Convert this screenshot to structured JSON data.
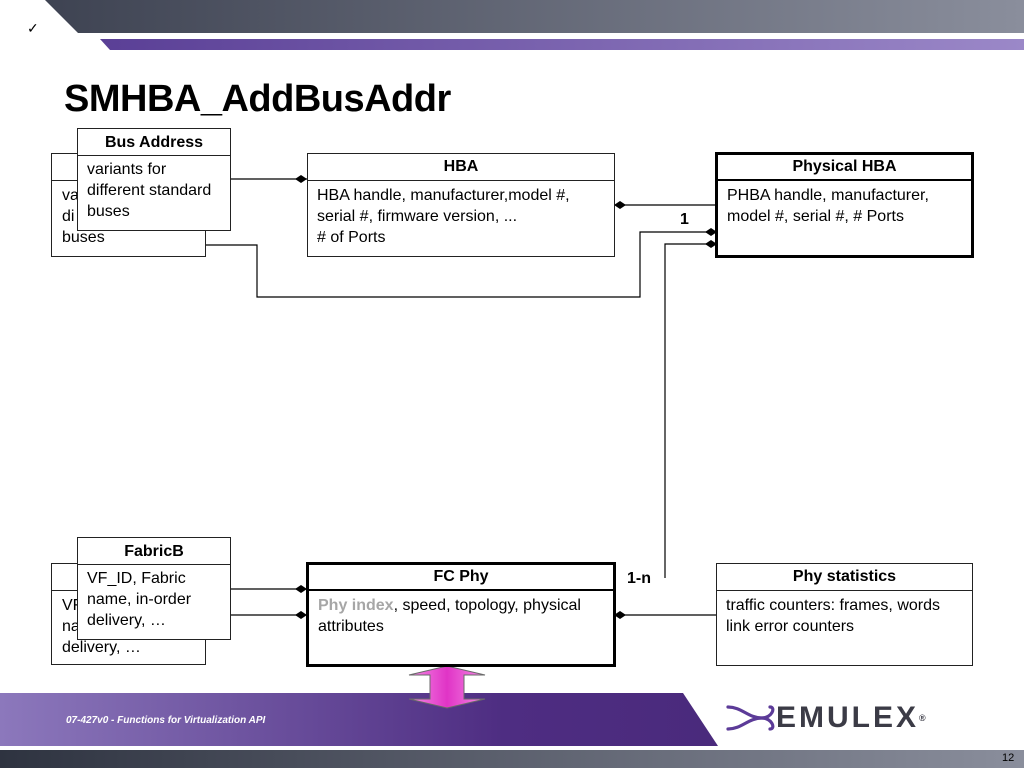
{
  "header": {
    "check_mark": "✓"
  },
  "slide": {
    "title": "SMHBA_AddBusAddr"
  },
  "diagram": {
    "bus_address_back": {
      "body_lines": [
        "va",
        "di",
        "buses"
      ]
    },
    "bus_address": {
      "title": "Bus Address",
      "body_lines": [
        "variants for",
        "different standard",
        "buses"
      ]
    },
    "hba": {
      "title": "HBA",
      "body_lines": [
        "HBA handle, manufacturer,model #,",
        "serial #, firmware version, ...",
        "# of Ports"
      ]
    },
    "physical_hba": {
      "title": "Physical HBA",
      "body_lines": [
        "PHBA handle, manufacturer,",
        "model #, serial #, # Ports"
      ]
    },
    "fabricb_back": {
      "body_lines": [
        "VF",
        "na",
        "delivery, …"
      ]
    },
    "fabricb": {
      "title": "FabricB",
      "body_lines": [
        "VF_ID, Fabric",
        "name, in-order",
        "delivery, …"
      ]
    },
    "fc_phy": {
      "title": "FC Phy",
      "body_highlight": "Phy index",
      "body_rest": ", speed, topology, physical",
      "body_line2": "attributes"
    },
    "phy_statistics": {
      "title": "Phy statistics",
      "body_lines": [
        "traffic counters: frames, words",
        "link error counters"
      ]
    },
    "labels": {
      "one": "1",
      "one_to_n": "1-n"
    }
  },
  "footer": {
    "doc_label": "07-427v0 - Functions for Virtualization API",
    "logo_text": "EMULEX",
    "page_number": "12"
  },
  "colors": {
    "header_gray": "#5a6070",
    "purple": "#7a5fb0",
    "footer_purple": "#5a3a8a",
    "arrow_magenta": "#e040c8"
  }
}
